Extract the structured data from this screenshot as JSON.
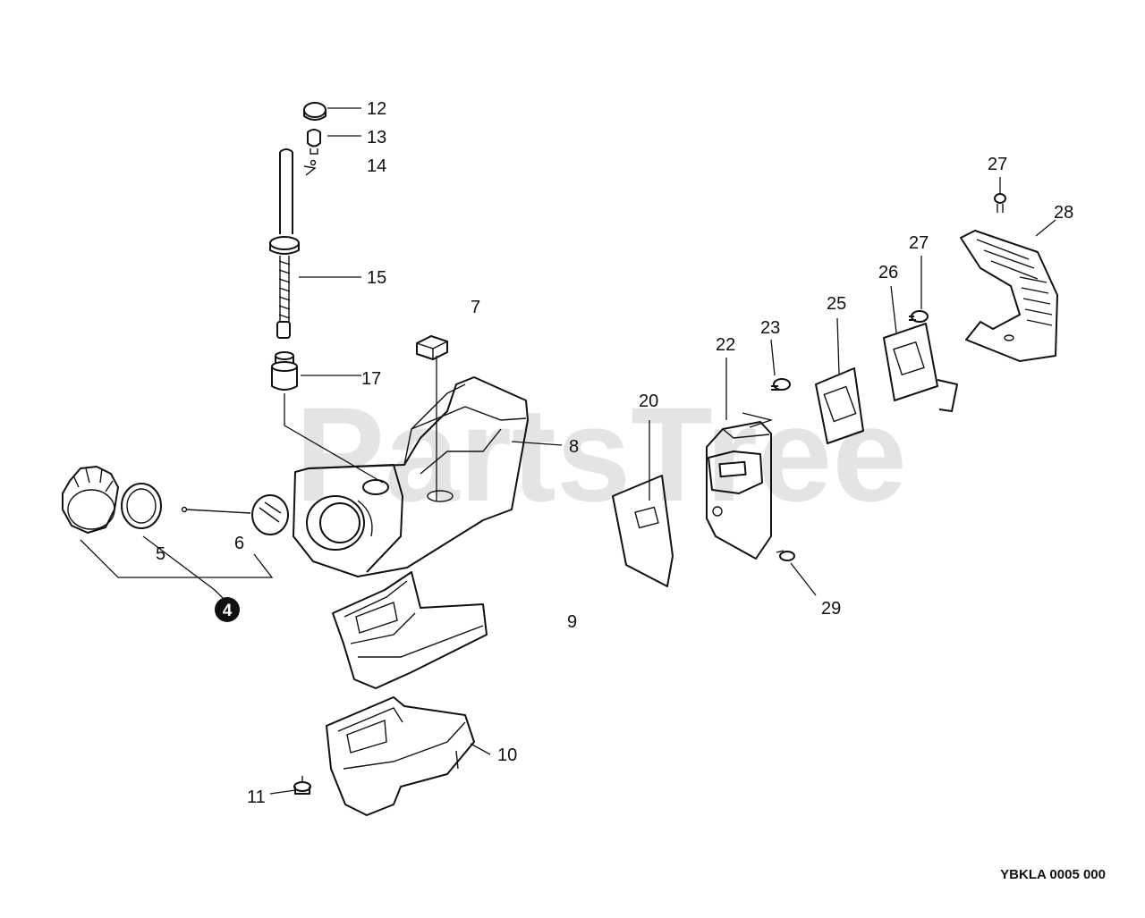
{
  "watermark": "PartsTree",
  "diagram_code": "YBKLA 0005 000",
  "callouts": {
    "c4": "4",
    "c5": "5",
    "c6": "6",
    "c7": "7",
    "c8": "8",
    "c9": "9",
    "c10": "10",
    "c11": "11",
    "c12": "12",
    "c13": "13",
    "c14": "14",
    "c15": "15",
    "c17": "17",
    "c20": "20",
    "c22": "22",
    "c23": "23",
    "c25": "25",
    "c26": "26",
    "c27a": "27",
    "c27b": "27",
    "c28": "28",
    "c29": "29"
  },
  "colors": {
    "ink": "#111111",
    "watermark": "#cfcfcf",
    "background": "#ffffff"
  }
}
